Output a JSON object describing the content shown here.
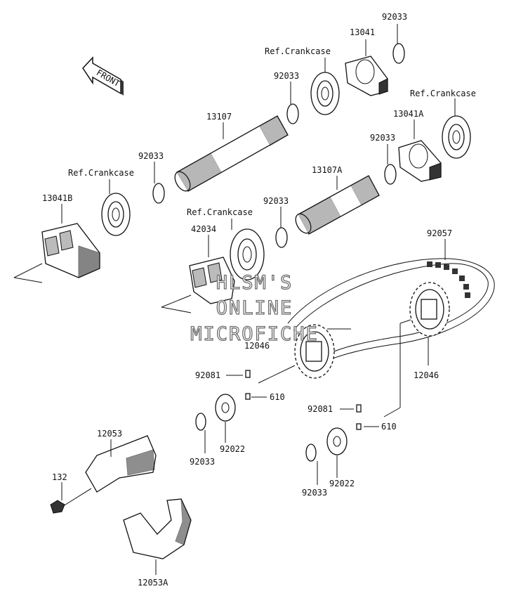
{
  "front_badge": "FRONT",
  "watermark": [
    "HLSM'S",
    "ONLINE",
    "MICROFICHE"
  ],
  "labels": {
    "p92033_top": "92033",
    "p13041": "13041",
    "ref_crankcase_1": "Ref.Crankcase",
    "p92033_a": "92033",
    "ref_crankcase_2": "Ref.Crankcase",
    "p13041A": "13041A",
    "p13107": "13107",
    "p92033_b": "92033",
    "p92033_c": "92033",
    "ref_crankcase_3": "Ref.Crankcase",
    "p13107A": "13107A",
    "p13041B": "13041B",
    "ref_crankcase_4": "Ref.Crankcase",
    "p92033_d": "92033",
    "p42034": "42034",
    "p92057": "92057",
    "p12046_left": "12046",
    "p12046_right": "12046",
    "p92081_left": "92081",
    "p610_left": "610",
    "p92081_right": "92081",
    "p610_right": "610",
    "p92022_left": "92022",
    "p92033_e": "92033",
    "p92022_right": "92022",
    "p92033_f": "92033",
    "p12053": "12053",
    "p132": "132",
    "p12053A": "12053A"
  }
}
